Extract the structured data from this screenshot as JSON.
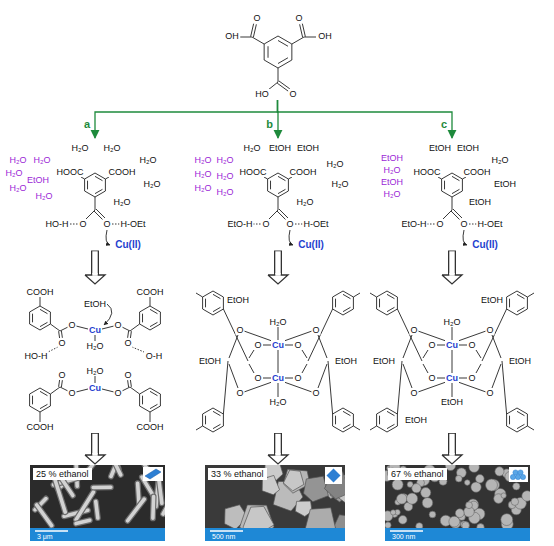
{
  "diagram": {
    "nodes": [
      {
        "text": [
          "O",
          "O",
          "OH",
          "OH",
          "HO",
          "O"
        ]
      },
      {
        "text": [
          "H₂O",
          "H₂O",
          "H₂O",
          "H₂O",
          "H₂O",
          "HOOC",
          "COOH",
          "H₂O",
          "EtOH",
          "H₂O",
          "H₂O",
          "H₂O",
          "H₂O",
          "HO-H",
          "O",
          "O",
          "H-OEt",
          "Cu(II)"
        ]
      },
      {
        "text": [
          "H₂O",
          "EtOH",
          "EtOH",
          "H₂O",
          "H₂O",
          "H₂O",
          "HOOC",
          "COOH",
          "H₂O",
          "H₂O",
          "H₂O",
          "H₂O",
          "H₂O",
          "H₂O",
          "EtO-H",
          "O",
          "O",
          "H-OEt",
          "Cu(II)"
        ]
      },
      {
        "text": [
          "EtOH",
          "EtOH",
          "EtOH",
          "H₂O",
          "H₂O",
          "HOOC",
          "COOH",
          "EtOH",
          "EtOH",
          "H₂O",
          "EtOH",
          "EtO-H",
          "O",
          "O",
          "H-OEt",
          "Cu(II)"
        ]
      },
      {
        "text": [
          "COOH",
          "EtOH",
          "COOH",
          "O",
          "Cu",
          "O",
          "O",
          "H₂O",
          "O",
          "HO-H",
          "O-H",
          "H₂O",
          "O",
          "O",
          "O",
          "Cu",
          "O",
          "COOH",
          "COOH"
        ]
      },
      {
        "text": [
          "EtOH",
          "H₂O",
          "O",
          "O",
          "O",
          "Cu",
          "O",
          "EtOH",
          "EtOH",
          "O",
          "Cu",
          "O",
          "O",
          "O",
          "H₂O"
        ]
      },
      {
        "text": [
          "EtOH",
          "H₂O",
          "O",
          "O",
          "O",
          "Cu",
          "O",
          "EtOH",
          "EtOH",
          "O",
          "Cu",
          "O",
          "O",
          "O",
          "EtOH",
          "EtOH"
        ]
      },
      {
        "text": [
          "25 % ethanol",
          "3 μm"
        ]
      },
      {
        "text": [
          "33 % ethanol",
          "500 nm"
        ]
      },
      {
        "text": [
          "67 % ethanol",
          "300 nm"
        ]
      }
    ],
    "edges": [
      {
        "from": 0,
        "to": 1,
        "arrow": "to",
        "label": "a"
      },
      {
        "from": 0,
        "to": 2,
        "arrow": "to",
        "label": "b"
      },
      {
        "from": 0,
        "to": 3,
        "arrow": "to",
        "label": "c"
      },
      {
        "from": 1,
        "to": 4,
        "arrow": "to"
      },
      {
        "from": 2,
        "to": 5,
        "arrow": "to"
      },
      {
        "from": 3,
        "to": 6,
        "arrow": "to"
      },
      {
        "from": 4,
        "to": 7,
        "arrow": "to"
      },
      {
        "from": 5,
        "to": 8,
        "arrow": "to"
      },
      {
        "from": 6,
        "to": 9,
        "arrow": "to"
      }
    ]
  }
}
